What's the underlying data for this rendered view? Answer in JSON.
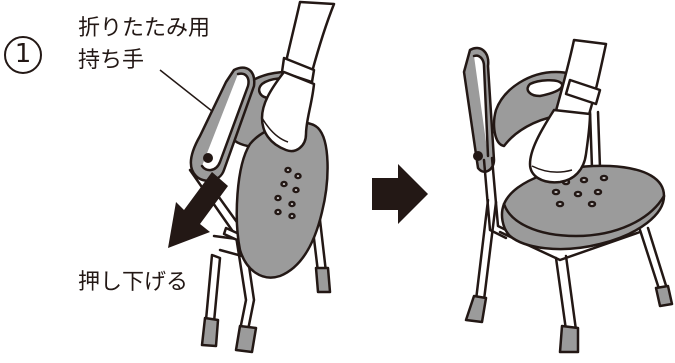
{
  "step": {
    "number": "1"
  },
  "callout": {
    "line1": "折りたたみ用",
    "line2": "持ち手"
  },
  "action": {
    "label": "押し下げる"
  },
  "colors": {
    "outline": "#231815",
    "seat_fill": "#9b9b9b",
    "background": "#ffffff"
  },
  "icons": [
    "circled-number",
    "down-arrow",
    "right-arrow",
    "hand-illustration",
    "shower-chair-illustration"
  ]
}
